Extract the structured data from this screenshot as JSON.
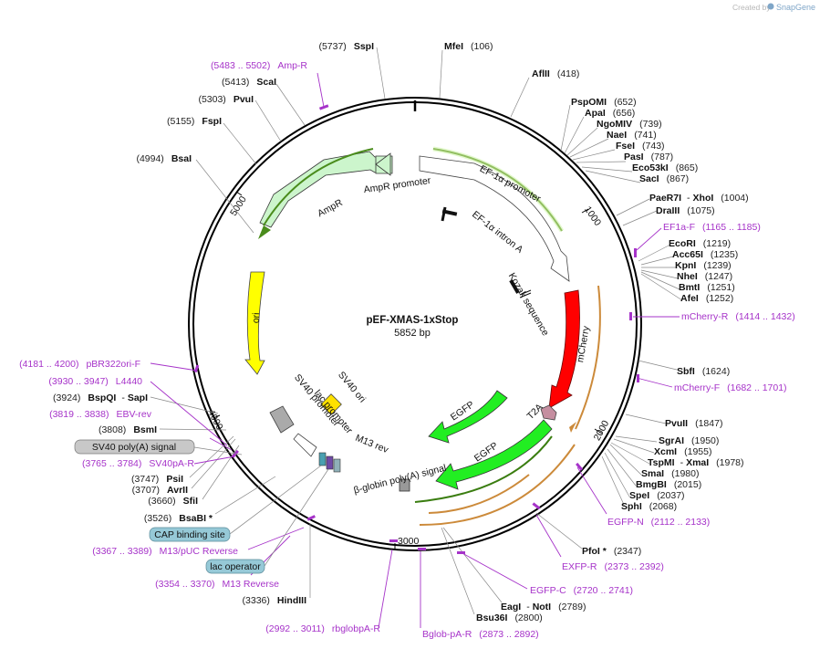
{
  "plasmid": {
    "name": "pEF-XMAS-1xStop",
    "size_label": "5852 bp"
  },
  "watermark": {
    "created_by": "Created by",
    "brand": "SnapGene"
  },
  "colors": {
    "promoter_fill": "#ffffff",
    "ampr_fill": "#ccf5cc",
    "mcherry": "#ff0000",
    "egfp": "#22ee22",
    "ori": "#ffff00",
    "primer": "#a633c9",
    "orf_orange": "#cc8a3a",
    "orf_green": "#5a8a20",
    "t2a": "#c58ea0"
  },
  "ticks": [
    "1000",
    "2000",
    "3000",
    "4000",
    "5000"
  ],
  "enzymes": [
    {
      "name": "MfeI",
      "pos": "(106)"
    },
    {
      "name": "AflII",
      "pos": "(418)"
    },
    {
      "name": "PspOMI",
      "pos": "(652)"
    },
    {
      "name": "ApaI",
      "pos": "(656)"
    },
    {
      "name": "NgoMIV",
      "pos": "(739)"
    },
    {
      "name": "NaeI",
      "pos": "(741)"
    },
    {
      "name": "FseI",
      "pos": "(743)"
    },
    {
      "name": "PasI",
      "pos": "(787)"
    },
    {
      "name": "Eco53kI",
      "pos": "(865)"
    },
    {
      "name": "SacI",
      "pos": "(867)"
    },
    {
      "name": "PaeR7I",
      "sep": "-",
      "name2": "XhoI",
      "pos": "(1004)"
    },
    {
      "name": "DraIII",
      "pos": "(1075)"
    },
    {
      "name": "EcoRI",
      "pos": "(1219)"
    },
    {
      "name": "Acc65I",
      "pos": "(1235)"
    },
    {
      "name": "KpnI",
      "pos": "(1239)"
    },
    {
      "name": "NheI",
      "pos": "(1247)"
    },
    {
      "name": "BmtI",
      "pos": "(1251)"
    },
    {
      "name": "AfeI",
      "pos": "(1252)"
    },
    {
      "name": "SbfI",
      "pos": "(1624)"
    },
    {
      "name": "PvuII",
      "pos": "(1847)"
    },
    {
      "name": "SgrAI",
      "pos": "(1950)"
    },
    {
      "name": "XcmI",
      "pos": "(1955)"
    },
    {
      "name": "TspMI",
      "sep": "-",
      "name2": "XmaI",
      "pos": "(1978)"
    },
    {
      "name": "SmaI",
      "pos": "(1980)"
    },
    {
      "name": "BmgBI",
      "pos": "(2015)"
    },
    {
      "name": "SpeI",
      "pos": "(2037)"
    },
    {
      "name": "SphI",
      "pos": "(2068)"
    },
    {
      "name": "PfoI *",
      "pos": "(2347)"
    },
    {
      "name": "EagI",
      "sep": "-",
      "name2": "NotI",
      "pos": "(2789)"
    },
    {
      "name": "Bsu36I",
      "pos": "(2800)"
    },
    {
      "name": "HindIII",
      "pos": "(3336)"
    },
    {
      "name": "BsaBI *",
      "pos": "(3526)"
    },
    {
      "name": "SfiI",
      "pos": "(3660)"
    },
    {
      "name": "AvrII",
      "pos": "(3707)"
    },
    {
      "name": "PsiI",
      "pos": "(3747)"
    },
    {
      "name": "BsmI",
      "pos": "(3808)"
    },
    {
      "name": "BspQI",
      "sep": "-",
      "name2": "SapI",
      "pos": "(3924)"
    },
    {
      "name": "BsaI",
      "pos": "(4994)"
    },
    {
      "name": "FspI",
      "pos": "(5155)"
    },
    {
      "name": "PvuI",
      "pos": "(5303)"
    },
    {
      "name": "ScaI",
      "pos": "(5413)"
    },
    {
      "name": "SspI",
      "pos": "(5737)"
    }
  ],
  "primers": [
    {
      "name": "Amp-R",
      "pos": "(5483 .. 5502)"
    },
    {
      "name": "EF1a-F",
      "pos": "(1165 .. 1185)"
    },
    {
      "name": "mCherry-R",
      "pos": "(1414 .. 1432)"
    },
    {
      "name": "mCherry-F",
      "pos": "(1682 .. 1701)"
    },
    {
      "name": "EGFP-N",
      "pos": "(2112 .. 2133)"
    },
    {
      "name": "EXFP-R",
      "pos": "(2373 .. 2392)"
    },
    {
      "name": "EGFP-C",
      "pos": "(2720 .. 2741)"
    },
    {
      "name": "Bglob-pA-R",
      "pos": "(2873 .. 2892)"
    },
    {
      "name": "rbglobpA-R",
      "pos": "(2992 .. 3011)"
    },
    {
      "name": "M13 Reverse",
      "pos": "(3354 .. 3370)"
    },
    {
      "name": "M13/pUC Reverse",
      "pos": "(3367 .. 3389)"
    },
    {
      "name": "SV40pA-R",
      "pos": "(3765 .. 3784)"
    },
    {
      "name": "EBV-rev",
      "pos": "(3819 .. 3838)"
    },
    {
      "name": "L4440",
      "pos": "(3930 .. 3947)"
    },
    {
      "name": "pBR322ori-F",
      "pos": "(4181 .. 4200)"
    }
  ],
  "boxed_features": {
    "sv40_polya": "SV40 poly(A) signal",
    "cap_binding": "CAP binding site",
    "lac_operator": "lac operator"
  },
  "features": {
    "ampr": "AmpR",
    "ampr_promoter": "AmpR promoter",
    "ef1a_promoter": "EF-1α promoter",
    "ef1a_intron": "EF-1α intron A",
    "kozak": "Kozak sequence",
    "mcherry": "mCherry",
    "t2a": "T2A",
    "egfp1": "EGFP",
    "egfp2": "EGFP",
    "ori": "ori",
    "sv40_ori": "SV40 ori",
    "sv40_promoter": "SV40 promoter",
    "lac_promoter": "lac promoter",
    "m13_rev": "M13 rev",
    "bglobin": "β-globin poly(A) signal"
  }
}
